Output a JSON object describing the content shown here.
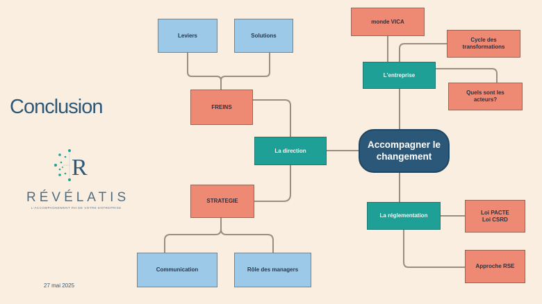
{
  "slide": {
    "title": "Conclusion",
    "date": "27 mai 2025"
  },
  "logo": {
    "brand": "RÉVÉLATIS",
    "tagline": "L'ACCOMPAGNEMENT RH DE VOTRE ENTREPRISE"
  },
  "diagram": {
    "center": "Accompagner le changement",
    "direction": {
      "label": "La direction",
      "freins": "FREINS",
      "leviers": "Leviers",
      "solutions": "Solutions",
      "strategie": "STRATEGIE",
      "communication": "Communication",
      "role_managers": "Rôle des managers"
    },
    "entreprise": {
      "label": "L'entreprise",
      "vica": "monde VICA",
      "cycle": "Cycle des transformations",
      "acteurs": "Quels sont les acteurs?"
    },
    "reglementation": {
      "label": "La réglementation",
      "lois": "Loi PACTE Loi CSRD",
      "rse": "Approche RSE"
    }
  },
  "colors": {
    "background": "#faeee1",
    "salmon": "#ee8a73",
    "blue": "#9dc9e8",
    "teal": "#1fa096",
    "core": "#2b5878"
  }
}
